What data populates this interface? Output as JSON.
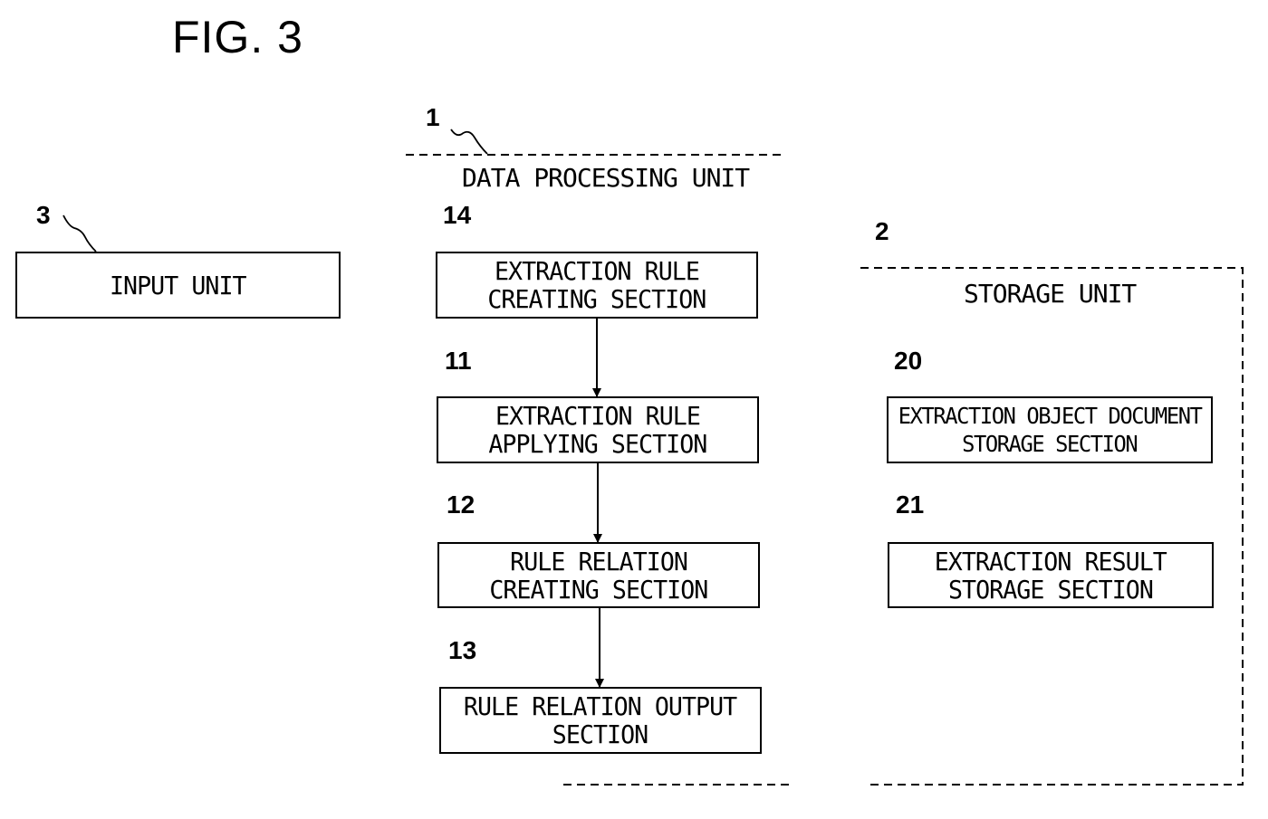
{
  "figure_title": "FIG. 3",
  "input_unit": {
    "ref": "3",
    "label": "INPUT UNIT"
  },
  "data_processing_unit": {
    "ref": "1",
    "label": "DATA PROCESSING UNIT",
    "sections": [
      {
        "ref": "14",
        "lines": [
          "EXTRACTION RULE",
          "CREATING SECTION"
        ]
      },
      {
        "ref": "11",
        "lines": [
          "EXTRACTION RULE",
          "APPLYING SECTION"
        ]
      },
      {
        "ref": "12",
        "lines": [
          "RULE RELATION",
          "CREATING SECTION"
        ]
      },
      {
        "ref": "13",
        "lines": [
          "RULE RELATION OUTPUT",
          "SECTION"
        ]
      }
    ]
  },
  "storage_unit": {
    "ref": "2",
    "label": "STORAGE UNIT",
    "sections": [
      {
        "ref": "20",
        "lines": [
          "EXTRACTION OBJECT DOCUMENT",
          "STORAGE SECTION"
        ]
      },
      {
        "ref": "21",
        "lines": [
          "EXTRACTION RESULT",
          "STORAGE SECTION"
        ]
      }
    ]
  }
}
